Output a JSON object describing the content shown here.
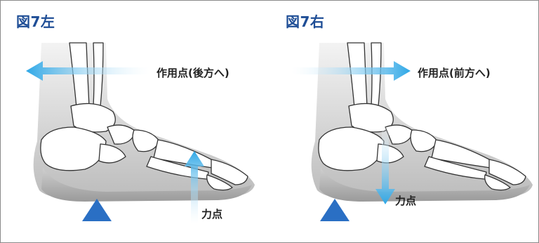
{
  "panels": {
    "left": {
      "title": "図7左",
      "action_point_label": "作用点(後方へ)",
      "force_point_label": "力点"
    },
    "right": {
      "title": "図7右",
      "action_point_label": "作用点(前方へ)",
      "force_point_label": "力点"
    }
  },
  "colors": {
    "title": "#1f4e96",
    "arrow": "#2ea7e6",
    "triangle": "#2a6fc4",
    "shade": "#bdbdbd"
  }
}
